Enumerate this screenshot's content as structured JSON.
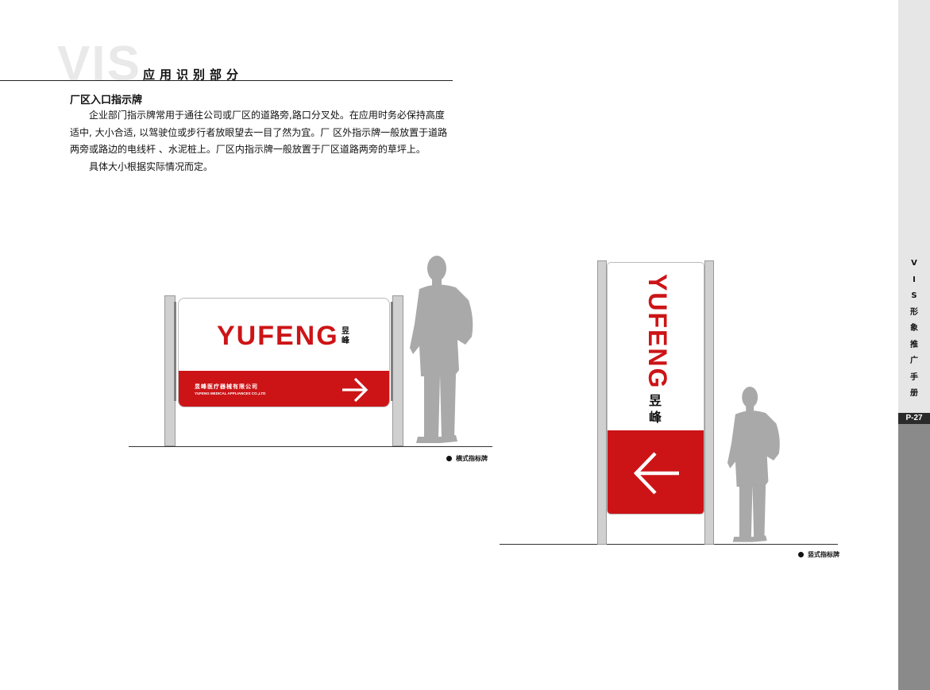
{
  "header": {
    "watermark": "VIS",
    "title": "应用识别部分"
  },
  "section": {
    "title": "厂区入口指示牌",
    "paragraph1": "企业部门指示牌常用于通往公司或厂区的道路旁,路口分叉处。在应用时务必保持高度适中, 大小合适, 以驾驶位或步行者放眼望去一目了然为宜。厂 区外指示牌一般放置于道路两旁或路边的电线杆 、水泥桩上。厂区内指示牌一般放置于厂区道路两旁的草坪上。",
    "paragraph2": "具体大小根据实际情况而定。"
  },
  "horizontal_sign": {
    "brand": "YUFENG",
    "brand_cn_1": "昱",
    "brand_cn_2": "峰",
    "company_cn": "昱峰医疗器械有限公司",
    "company_en": "YUFENG MEDICAL APPLIANCES CO.,LTD",
    "caption": "横式指标牌",
    "arrow_icon": "arrow-right-icon"
  },
  "vertical_sign": {
    "brand": "YUFENG",
    "brand_cn_1": "昱",
    "brand_cn_2": "峰",
    "caption": "竖式指标牌",
    "arrow_icon": "arrow-left-icon"
  },
  "sidebar": {
    "letters": [
      "V",
      "I",
      "S",
      "形",
      "象",
      "推",
      "广",
      "手",
      "册"
    ],
    "page": "P-27"
  },
  "colors": {
    "brand_red": "#cc1417",
    "post_gray": "#d0d0d0",
    "figure_gray": "#a9a9a9",
    "sidebar_light": "#e6e6e6",
    "sidebar_dark": "#8a8a8a"
  }
}
